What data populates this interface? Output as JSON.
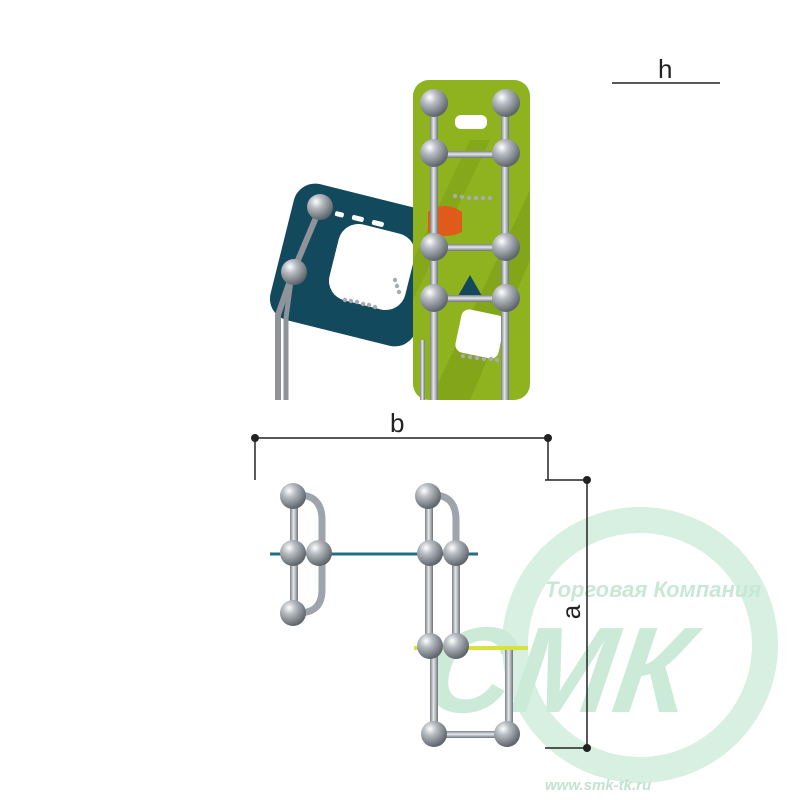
{
  "dimensions": {
    "h": "h",
    "b": "b",
    "a": "a"
  },
  "watermark": {
    "company": "Торговая Компания",
    "brand": "СМК",
    "url": "www.smk-tk.ru"
  },
  "colors": {
    "panel_green": "#8fb31e",
    "panel_teal": "#13495c",
    "accent_orange": "#e05a1a",
    "steel": "#9ea4ab",
    "steel_dark": "#6f757c",
    "watermark": "#cdebd9",
    "plan_blue": "#1f6f86",
    "plan_yellow": "#d8e23a",
    "dim_line": "#222222"
  }
}
